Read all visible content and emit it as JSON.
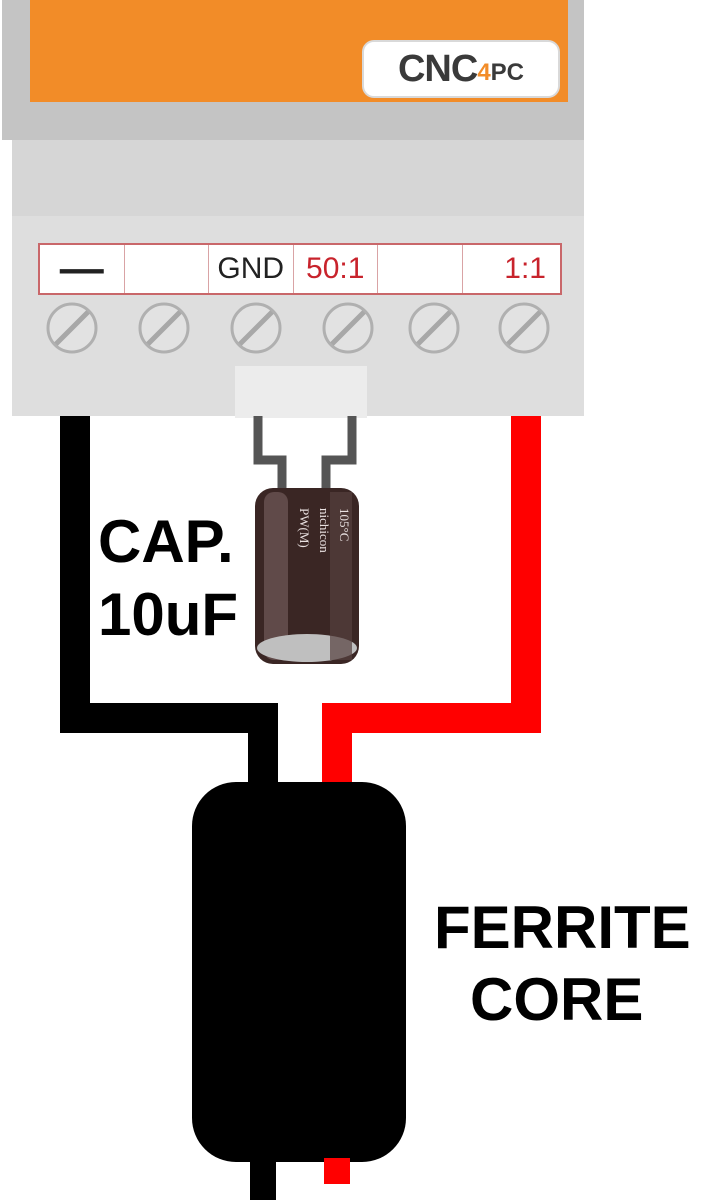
{
  "device": {
    "brand": {
      "part1": "CNC",
      "part2": "4",
      "part3": "PC"
    },
    "terminals": [
      "—",
      "",
      "GND",
      "50:1",
      "",
      "1:1"
    ],
    "colors": {
      "housing_orange": "#f28c28",
      "housing_grey": "#d4d4d4",
      "label_red": "#c8232c"
    }
  },
  "capacitor": {
    "label_line1": "CAP.",
    "label_line2": "10uF",
    "print": [
      "PW(M)",
      "nichicon",
      "105°C"
    ]
  },
  "ferrite": {
    "label_line1": "FERRITE",
    "label_line2": "CORE"
  },
  "wires": {
    "negative_color": "#000000",
    "positive_color": "#ff0000",
    "cap_lead_color": "#555555"
  }
}
